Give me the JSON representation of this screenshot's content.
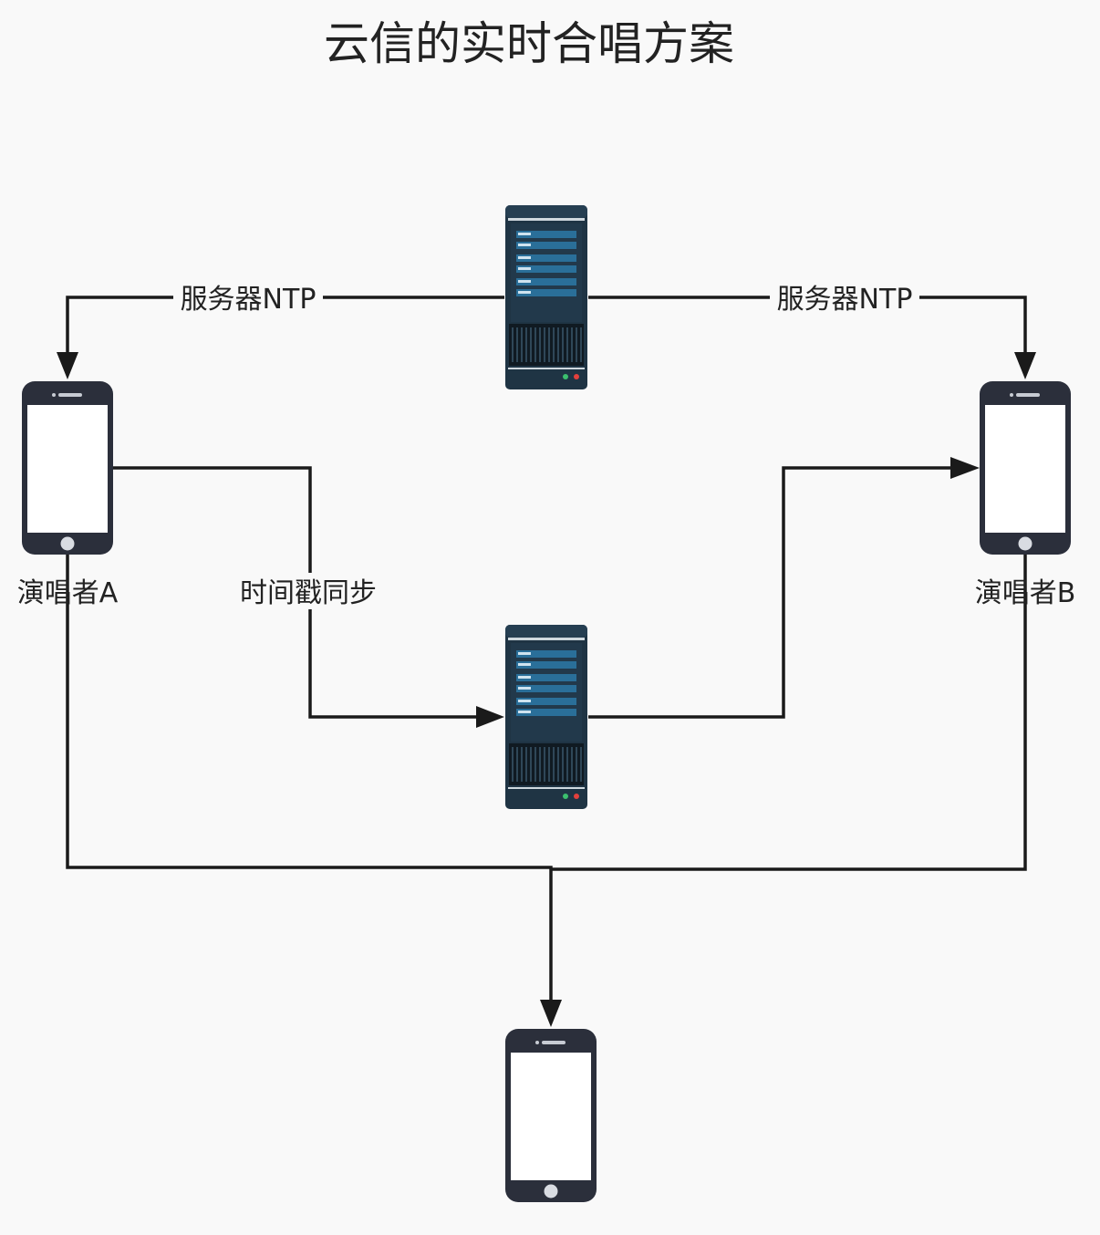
{
  "title": "云信的实时合唱方案",
  "nodes": {
    "ntp_server": {
      "icon": "server-icon"
    },
    "sync_server": {
      "icon": "server-icon"
    },
    "singer_a": {
      "icon": "phone-icon",
      "label": "演唱者A"
    },
    "singer_b": {
      "icon": "phone-icon",
      "label": "演唱者B"
    },
    "audience": {
      "icon": "phone-icon"
    }
  },
  "edges": {
    "ntp_to_a": {
      "label": "服务器NTP"
    },
    "ntp_to_b": {
      "label": "服务器NTP"
    },
    "a_to_sync": {
      "label": "时间戳同步"
    },
    "sync_to_b": {},
    "a_to_audience": {},
    "b_to_audience": {}
  },
  "colors": {
    "device_body": "#2b2f3b",
    "screen": "#ffffff",
    "server_body": "#1f3444",
    "server_slot": "#2a6f99",
    "line": "#1a1a1a",
    "background": "#f9f9f9"
  }
}
